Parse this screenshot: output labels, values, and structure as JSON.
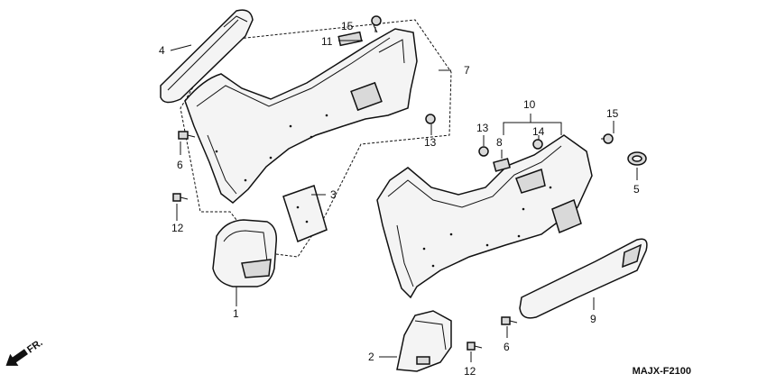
{
  "diagram": {
    "code": "MAJX-F2100",
    "direction_label": "FR.",
    "callouts": {
      "c1": "1",
      "c2": "2",
      "c3": "3",
      "c4": "4",
      "c5": "5",
      "c6a": "6",
      "c6b": "6",
      "c7": "7",
      "c8": "8",
      "c9": "9",
      "c10": "10",
      "c11": "11",
      "c12a": "12",
      "c12b": "12",
      "c13a": "13",
      "c13b": "13",
      "c14": "14",
      "c15a": "15",
      "c15b": "15"
    }
  }
}
